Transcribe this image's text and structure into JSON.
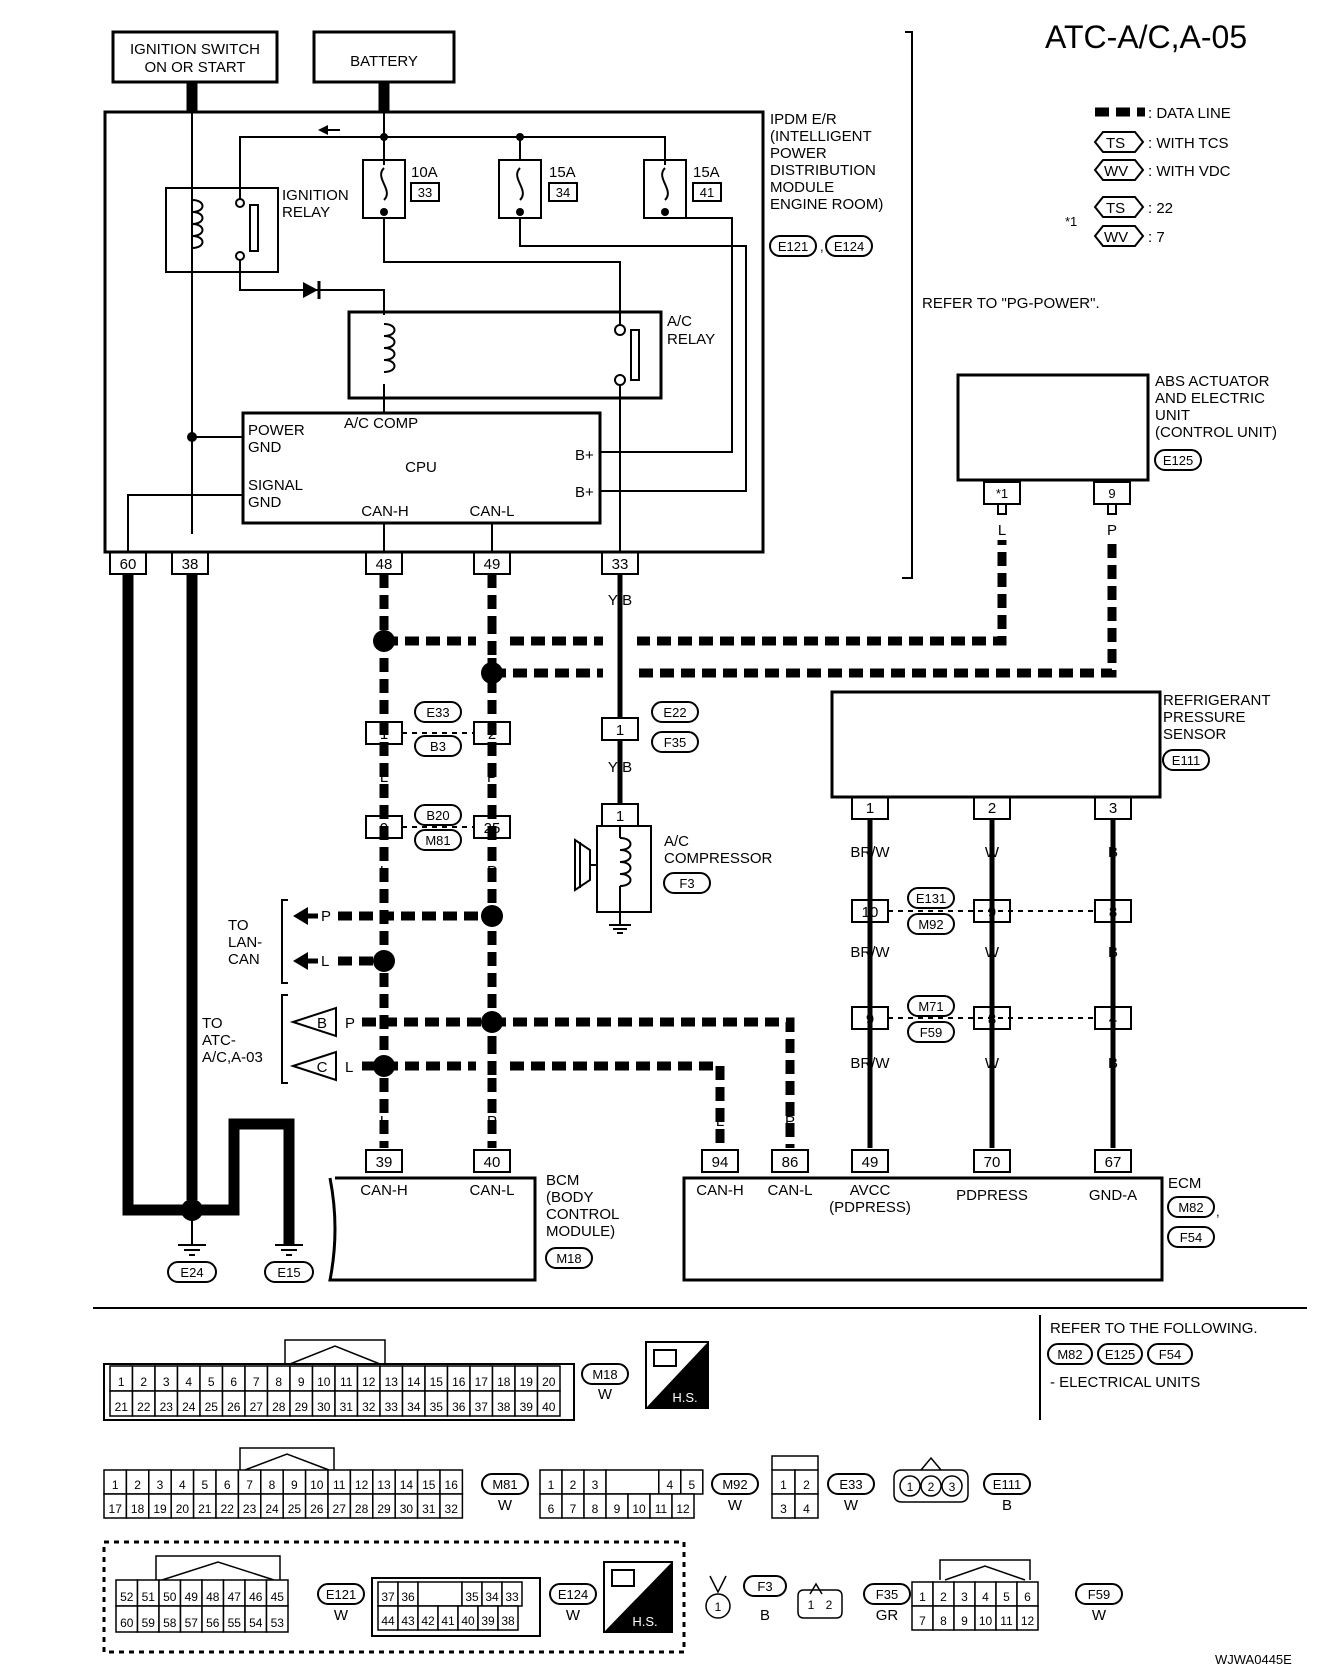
{
  "title": "ATC-A/C,A-05",
  "footer_code": "WJWA0445E",
  "legend": {
    "data_line": ": DATA LINE",
    "ts_symbol": "TS",
    "wv_symbol": "WV",
    "with_tcs": ": WITH TCS",
    "with_vdc": ": WITH VDC",
    "star_note": "*1",
    "ts_value": ": 22",
    "wv_value": ": 7"
  },
  "power": {
    "ignition_line1": "IGNITION SWITCH",
    "ignition_line2": "ON OR START",
    "battery": "BATTERY",
    "refer_pg": "REFER TO \"PG-POWER\"."
  },
  "ipdm": {
    "name_lines": [
      "IPDM E/R",
      "(INTELLIGENT",
      "POWER",
      "DISTRIBUTION",
      "MODULE",
      "ENGINE ROOM)"
    ],
    "connectors": [
      "E121",
      "E124"
    ],
    "ignition_relay": [
      "IGNITION",
      "RELAY"
    ],
    "ac_relay": [
      "A/C",
      "RELAY"
    ],
    "fuses": [
      {
        "amp": "10A",
        "num": "33"
      },
      {
        "amp": "15A",
        "num": "34"
      },
      {
        "amp": "15A",
        "num": "41"
      }
    ],
    "cpu": "CPU",
    "ac_comp": "A/C COMP",
    "power_gnd": [
      "POWER",
      "GND"
    ],
    "signal_gnd": [
      "SIGNAL",
      "GND"
    ],
    "can_h": "CAN-H",
    "can_l": "CAN-L",
    "b_plus": "B+",
    "terminals": [
      "60",
      "38",
      "48",
      "49",
      "33"
    ]
  },
  "wire_colors": {
    "b": "B",
    "l": "L",
    "p": "P",
    "yb": "Y/B",
    "brw": "BR/W",
    "w": "W"
  },
  "abs": {
    "name_lines": [
      "ABS ACTUATOR",
      "AND ELECTRIC",
      "UNIT",
      "(CONTROL UNIT)"
    ],
    "connector": "E125",
    "pin1": "*1",
    "pin2": "9"
  },
  "sensor": {
    "name_lines": [
      "REFRIGERANT",
      "PRESSURE",
      "SENSOR"
    ],
    "connector": "E111",
    "pins": [
      "1",
      "2",
      "3"
    ]
  },
  "joints": {
    "e33": "E33",
    "b3": "B3",
    "p1": "1",
    "p2": "2",
    "b20": "B20",
    "m81": "M81",
    "p9": "9",
    "p25": "25",
    "e22": "E22",
    "f35": "F35",
    "p1b": "1",
    "e131": "E131",
    "m92": "M92",
    "q10": "10",
    "q9": "9",
    "q8": "8",
    "m71": "M71",
    "f59": "F59",
    "r9": "9",
    "r8": "8",
    "r4": "4"
  },
  "compressor": {
    "pin": "1",
    "name_lines": [
      "A/C",
      "COMPRESSOR"
    ],
    "connector": "F3"
  },
  "lan": {
    "to_lines": [
      "TO",
      "LAN-",
      "CAN"
    ],
    "atc_lines": [
      "TO",
      "ATC-",
      "A/C,A-03"
    ],
    "b": "B",
    "c": "C"
  },
  "bcm": {
    "pins": [
      "39",
      "40"
    ],
    "labels": [
      "CAN-H",
      "CAN-L"
    ],
    "name_lines": [
      "BCM",
      "(BODY",
      "CONTROL",
      "MODULE)"
    ],
    "connector": "M18"
  },
  "ecm": {
    "pins": [
      "94",
      "86",
      "49",
      "70",
      "67"
    ],
    "labels": [
      "CAN-H",
      "CAN-L",
      "AVCC",
      "PDPRESS",
      "GND-A"
    ],
    "avcc_sub": "(PDPRESS)",
    "name": "ECM",
    "connectors": [
      "M82",
      "F54"
    ]
  },
  "grounds": [
    "E24",
    "E15"
  ],
  "refer": {
    "line1": "REFER TO THE FOLLOWING.",
    "connectors": [
      "M82",
      "E125",
      "F54"
    ],
    "line2": "- ELECTRICAL UNITS"
  },
  "connector_views": {
    "m18": {
      "id": "M18",
      "color": "W"
    },
    "m81": {
      "id": "M81",
      "color": "W"
    },
    "m92": {
      "id": "M92",
      "color": "W"
    },
    "e33": {
      "id": "E33",
      "color": "W"
    },
    "e111": {
      "id": "E111",
      "color": "B"
    },
    "e121": {
      "id": "E121",
      "color": "W"
    },
    "e124": {
      "id": "E124",
      "color": "W"
    },
    "f3": {
      "id": "F3",
      "color": "B"
    },
    "f35": {
      "id": "F35",
      "color": "GR"
    },
    "f59": {
      "id": "F59",
      "color": "W"
    },
    "hs": "H.S."
  }
}
